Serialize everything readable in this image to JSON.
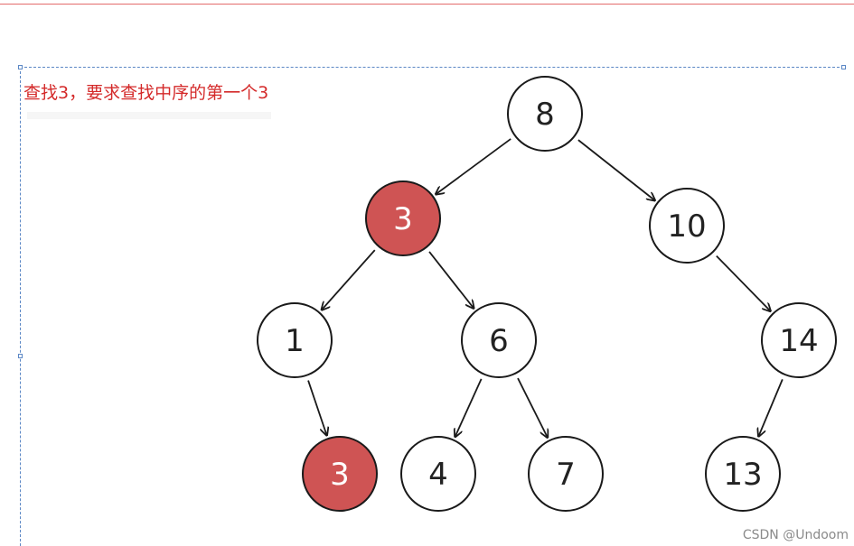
{
  "caption": "查找3，要求查找中序的第一个3",
  "watermark": "CSDN @Undoom",
  "colors": {
    "highlight": "#cf5454",
    "caption": "#d42a2a",
    "selection": "#5b87c5"
  },
  "tree": {
    "nodes": [
      {
        "id": "n8",
        "label": "8",
        "highlight": false
      },
      {
        "id": "n3",
        "label": "3",
        "highlight": true
      },
      {
        "id": "n10",
        "label": "10",
        "highlight": false
      },
      {
        "id": "n1",
        "label": "1",
        "highlight": false
      },
      {
        "id": "n6",
        "label": "6",
        "highlight": false
      },
      {
        "id": "n14",
        "label": "14",
        "highlight": false
      },
      {
        "id": "n3b",
        "label": "3",
        "highlight": true
      },
      {
        "id": "n4",
        "label": "4",
        "highlight": false
      },
      {
        "id": "n7",
        "label": "7",
        "highlight": false
      },
      {
        "id": "n13",
        "label": "13",
        "highlight": false
      }
    ],
    "edges": [
      {
        "from": "n8",
        "to": "n3"
      },
      {
        "from": "n8",
        "to": "n10"
      },
      {
        "from": "n3",
        "to": "n1"
      },
      {
        "from": "n3",
        "to": "n6"
      },
      {
        "from": "n10",
        "to": "n14"
      },
      {
        "from": "n1",
        "to": "n3b"
      },
      {
        "from": "n6",
        "to": "n4"
      },
      {
        "from": "n6",
        "to": "n7"
      },
      {
        "from": "n14",
        "to": "n13"
      }
    ]
  }
}
